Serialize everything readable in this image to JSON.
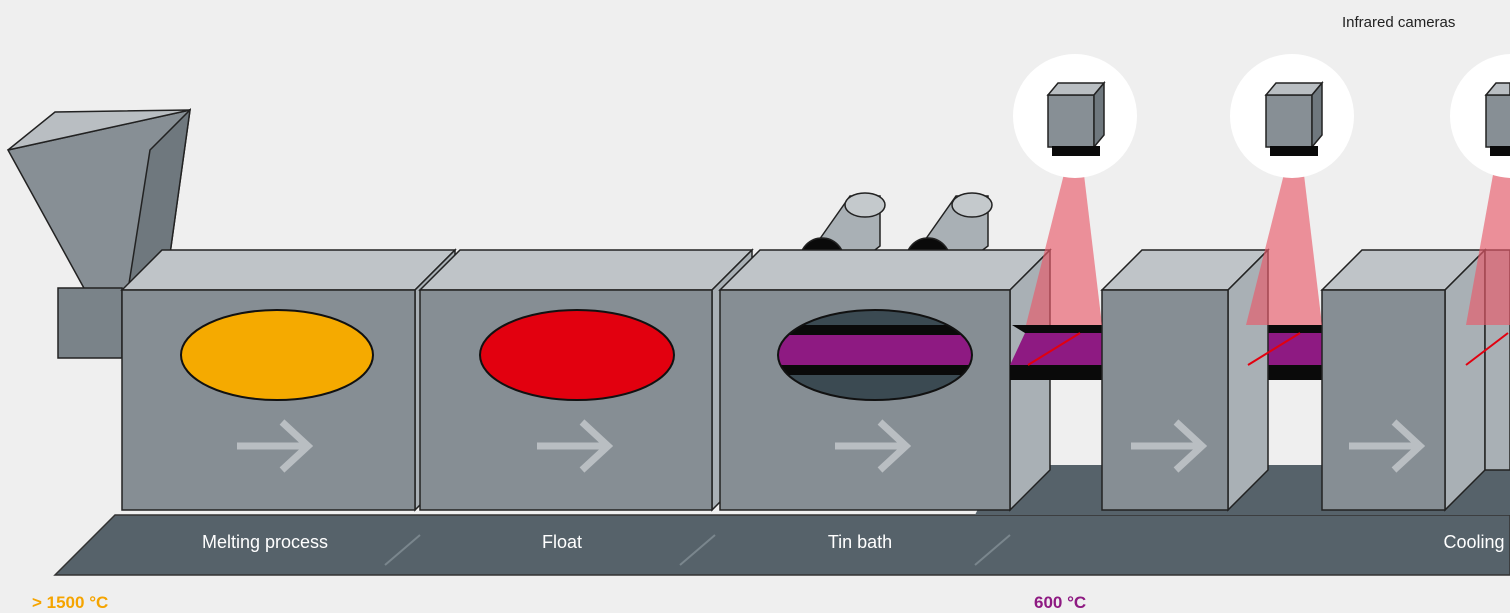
{
  "stages": [
    "Melting process",
    "Float",
    "Tin bath",
    "Cooling"
  ],
  "header_label": "Infrared cameras",
  "temperatures": [
    {
      "text": "> 1500 °C",
      "color": "#f5a400"
    },
    {
      "text": "600 °C",
      "color": "#8e1a82"
    }
  ],
  "colors": {
    "background": "#efefef",
    "conveyor": "#56626a",
    "box_front": "#868e94",
    "box_side": "#a9b0b5",
    "box_top": "#bfc4c8",
    "melt": "#f5aa00",
    "float": "#e2000f",
    "glass_sheet": "#8e1a82",
    "ir_beam": "#e85a6a"
  },
  "icons": [
    "hopper-icon",
    "roller-icon",
    "camera-icon",
    "arrow-right-icon"
  ]
}
